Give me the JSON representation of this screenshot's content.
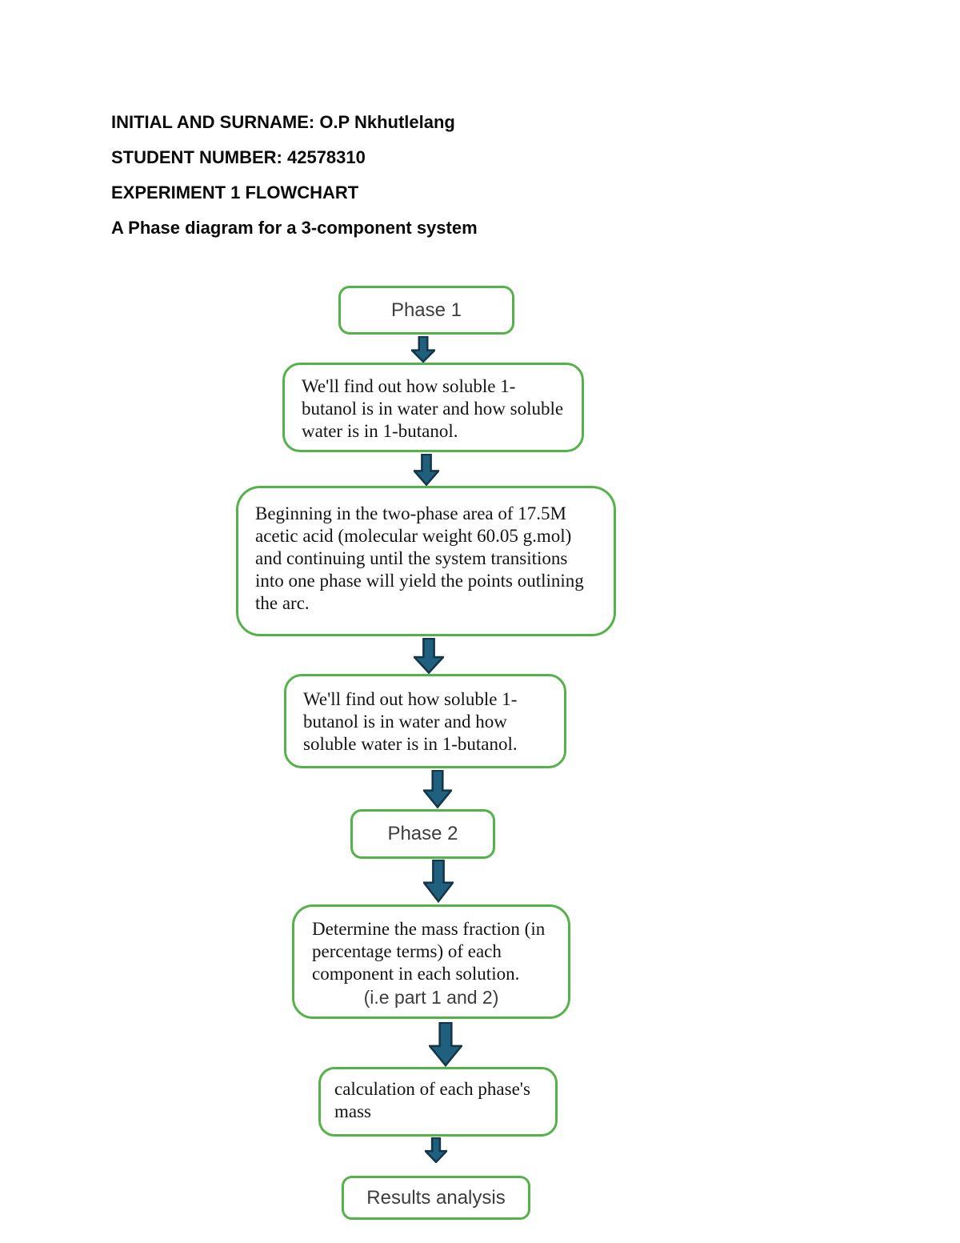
{
  "header": {
    "lines": [
      "INITIAL AND SURNAME: O.P Nkhutlelang",
      "STUDENT NUMBER: 42578310",
      "EXPERIMENT 1 FLOWCHART",
      "A Phase diagram for a 3-component system"
    ]
  },
  "flowchart": {
    "nodes": [
      {
        "label": "Phase 1"
      },
      {
        "label": "We'll find out how soluble 1-butanol is in water and how soluble water is in 1-butanol."
      },
      {
        "label": "Beginning in the two-phase area of 17.5M acetic acid (molecular weight 60.05 g.mol) and continuing until the system transitions into one phase will yield the points outlining the arc."
      },
      {
        "label": "We'll find out how soluble 1-butanol is in water and how soluble water is in 1-butanol."
      },
      {
        "label": "Phase 2"
      },
      {
        "label": "Determine the mass fraction (in percentage terms) of each component in each solution.",
        "sublabel": "(i.e part 1 and 2)"
      },
      {
        "label": "calculation of each phase's mass"
      },
      {
        "label": "Results analysis"
      }
    ],
    "colors": {
      "box_border": "#54b348",
      "arrow_fill": "#1f607e",
      "arrow_stroke": "#143448"
    }
  }
}
